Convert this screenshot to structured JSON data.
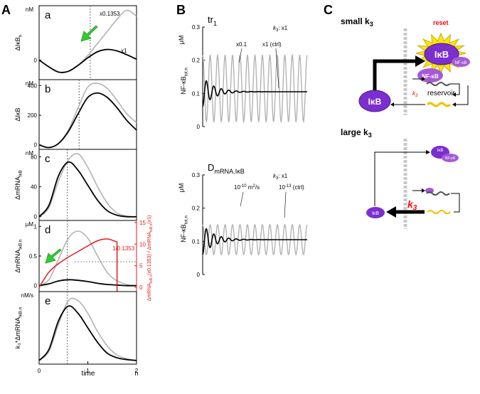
{
  "panel_labels": {
    "A": "A",
    "B": "B",
    "C": "C"
  },
  "colors": {
    "ctrl": "#000000",
    "scaled": "#b3b3b3",
    "ratio": "#e31a1c",
    "arrow": "#33cc33",
    "ikb": "#7b2fd0",
    "nfkb": "#a65ad6",
    "star": "#ffe600",
    "membrane": "#c8c8c8",
    "reservoir": "#f2c200",
    "reset": "#ff0000"
  },
  "panelA": {
    "xlabel": "time",
    "x_unit": "h",
    "x_ticks": [
      "0",
      "1",
      "2"
    ],
    "subplots": [
      {
        "letter": "a",
        "ylabel": "ΔIκB",
        "ylabel_sub": "n",
        "unit": "nM",
        "ticks": [
          "0"
        ],
        "annotations": [
          "x0.1353",
          "x1"
        ]
      },
      {
        "letter": "b",
        "ylabel": "ΔIκB",
        "ylabel_sub": "",
        "unit": "nM",
        "ticks": [
          "0",
          "200",
          "400"
        ]
      },
      {
        "letter": "c",
        "ylabel": "ΔmRNA",
        "ylabel_sub": "IκB",
        "unit": "nM",
        "ticks": [
          "0",
          "40",
          "80"
        ]
      },
      {
        "letter": "d",
        "ylabel": "ΔmRNA",
        "ylabel_sub": "IκB.n",
        "unit": "μM",
        "ticks": [
          "0",
          "0.5",
          "1"
        ],
        "right_ticks": [
          "0",
          "5",
          "10",
          "15"
        ],
        "right_label_parts": [
          "ΔmRNA",
          "IκB.n",
          "(x0.1353) / ΔmRNA",
          "IκB.n",
          "(x1)"
        ],
        "annotation": "1/0.1353"
      },
      {
        "letter": "e",
        "ylabel": "k₃*ΔmRNA",
        "ylabel_sub": "IκB.n",
        "unit": "nM/s",
        "ticks": []
      }
    ]
  },
  "panelB": {
    "top": {
      "title": "tr",
      "title_sub": "1",
      "unit": "μM",
      "ylabel": "NF-κB",
      "ylabel_sub": "tot.n",
      "ticks": [
        "0",
        "0.1",
        "0.2",
        "0.3"
      ],
      "k3_label": "k",
      "k3_sub": "3",
      "k3_value": ": x1",
      "labels": [
        "x0.1",
        "x1 (ctrl)"
      ]
    },
    "bottom": {
      "title": "D",
      "title_sub": "mRNA.IκB",
      "unit": "μM",
      "ylabel": "NF-κB",
      "ylabel_sub": "tot.n",
      "ticks": [
        "0",
        "0.1",
        "0.2",
        "0.3"
      ],
      "k3_label": "k",
      "k3_sub": "3",
      "k3_value": ": x1",
      "labels": [
        "10",
        "-10",
        " m",
        "2",
        "/s",
        "10",
        "-13",
        " (ctrl)"
      ]
    }
  },
  "panelC": {
    "small_title": "small k",
    "small_sub": "3",
    "large_title": "large k",
    "large_sub": "3",
    "reset": "reset",
    "ikb": "IκB",
    "nfkb": "NF-κB",
    "reservoir": "reservoir",
    "k3": "k",
    "k3_sub": "3"
  },
  "chart_data": [
    {
      "type": "line",
      "title": "a",
      "xlabel": "time (h)",
      "ylabel": "ΔIκBn (nM)",
      "xlim": [
        0,
        2
      ],
      "ylim": [
        -1.3,
        3.6
      ],
      "x": [
        0,
        0.2,
        0.4,
        0.6,
        0.8,
        1.0,
        1.2,
        1.4,
        1.6,
        1.8,
        2.0
      ],
      "series": [
        {
          "name": "x0.1353",
          "values": [
            0,
            -0.45,
            -0.8,
            -0.75,
            -0.35,
            0.3,
            1.1,
            1.9,
            2.7,
            3.3,
            2.9
          ]
        },
        {
          "name": "x1",
          "values": [
            0,
            -0.45,
            -0.8,
            -0.75,
            -0.35,
            0.15,
            0.55,
            0.7,
            0.6,
            0.35,
            0.05
          ]
        }
      ]
    },
    {
      "type": "line",
      "title": "b",
      "xlabel": "time (h)",
      "ylabel": "ΔIκB (nM)",
      "xlim": [
        0,
        2
      ],
      "ylim": [
        -30,
        440
      ],
      "x": [
        0,
        0.2,
        0.4,
        0.6,
        0.8,
        1.0,
        1.2,
        1.4,
        1.6,
        1.8,
        2.0
      ],
      "series": [
        {
          "name": "x0.1353",
          "values": [
            0,
            -18,
            10,
            100,
            250,
            390,
            415,
            380,
            300,
            210,
            150
          ]
        },
        {
          "name": "x1",
          "values": [
            0,
            -18,
            10,
            90,
            210,
            320,
            350,
            320,
            250,
            165,
            100
          ]
        }
      ]
    },
    {
      "type": "line",
      "title": "c",
      "xlabel": "time (h)",
      "ylabel": "ΔmRNAIκB (nM)",
      "xlim": [
        0,
        2
      ],
      "ylim": [
        -5,
        90
      ],
      "x": [
        0,
        0.2,
        0.4,
        0.6,
        0.8,
        1.0,
        1.2,
        1.4,
        1.6,
        1.8,
        2.0
      ],
      "series": [
        {
          "name": "x0.1353",
          "values": [
            0,
            12,
            48,
            76,
            84,
            66,
            40,
            18,
            5,
            1,
            0
          ]
        },
        {
          "name": "x1",
          "values": [
            0,
            15,
            55,
            73,
            62,
            42,
            22,
            8,
            2,
            0,
            0
          ]
        }
      ]
    },
    {
      "type": "line",
      "title": "d",
      "xlabel": "time (h)",
      "ylabel": "ΔmRNAIκB.n (μM)",
      "xlim": [
        0,
        2
      ],
      "ylim": [
        -0.1,
        1.1
      ],
      "x": [
        0,
        0.2,
        0.4,
        0.6,
        0.8,
        1.0,
        1.2,
        1.4,
        1.6,
        1.8,
        2.0
      ],
      "series": [
        {
          "name": "x0.1353",
          "values": [
            0,
            0.1,
            0.45,
            0.8,
            0.92,
            0.8,
            0.5,
            0.22,
            0.08,
            0.02,
            0
          ]
        },
        {
          "name": "x1",
          "values": [
            0,
            0.03,
            0.08,
            0.1,
            0.09,
            0.07,
            0.04,
            0.02,
            0.01,
            0,
            0
          ]
        },
        {
          "name": "1/0.1353",
          "axis": "right",
          "values": [
            0,
            3.5,
            5.5,
            7.0,
            8.3,
            9.6,
            10.8,
            11.2,
            10.5,
            0,
            0
          ]
        }
      ]
    },
    {
      "type": "line",
      "title": "e",
      "xlabel": "time (h)",
      "ylabel": "k3*ΔmRNAIκB.n (nM/s)",
      "xlim": [
        0,
        2
      ],
      "ylim": [
        -0.2,
        3.8
      ],
      "x": [
        0,
        0.2,
        0.4,
        0.6,
        0.8,
        1.0,
        1.2,
        1.4,
        1.6,
        1.8,
        2.0
      ],
      "series": [
        {
          "name": "x0.1353",
          "values": [
            0,
            0.5,
            2.0,
            3.3,
            3.3,
            2.6,
            1.6,
            0.8,
            0.3,
            0.1,
            0
          ]
        },
        {
          "name": "x1",
          "values": [
            0,
            0.6,
            2.2,
            3.0,
            2.6,
            1.8,
            1.0,
            0.4,
            0.15,
            0.05,
            0
          ]
        }
      ]
    },
    {
      "type": "line",
      "title": "tr1",
      "ylabel": "NF-κBtot.n (μM)",
      "ylim": [
        0,
        0.3
      ],
      "series": [
        {
          "name": "x0.1",
          "oscillation": {
            "mean": 0.115,
            "amplitude": 0.1,
            "cycles": 14
          }
        },
        {
          "name": "x1 (ctrl)",
          "oscillation": {
            "mean": 0.105,
            "amplitude": 0.045,
            "damped": true,
            "steady": 0.105
          }
        }
      ]
    },
    {
      "type": "line",
      "title": "DmRNA.IκB",
      "ylabel": "NF-κBtot.n (μM)",
      "ylim": [
        0,
        0.3
      ],
      "series": [
        {
          "name": "10-10 m2/s",
          "oscillation": {
            "mean": 0.105,
            "amplitude": 0.045,
            "cycles": 14
          }
        },
        {
          "name": "10-13 (ctrl)",
          "oscillation": {
            "mean": 0.105,
            "amplitude": 0.045,
            "damped": true,
            "steady": 0.105
          }
        }
      ]
    }
  ]
}
